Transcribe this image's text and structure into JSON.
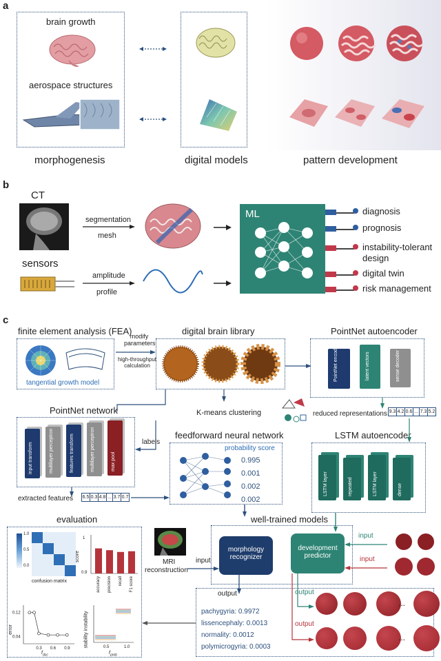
{
  "panels": [
    "a",
    "b",
    "c"
  ],
  "a": {
    "brain_growth": "brain growth",
    "aerospace": "aerospace structures",
    "morphogenesis": "morphogenesis",
    "digital_models": "digital models",
    "pattern_development": "pattern development"
  },
  "b": {
    "ct": "CT",
    "sensors": "sensors",
    "seg1": "segmentation",
    "seg2": "mesh",
    "amp1": "amplitude",
    "amp2": "profile",
    "ml": "ML",
    "outputs": [
      "diagnosis",
      "prognosis",
      "instability-tolerant design",
      "digital twin",
      "risk management"
    ],
    "output_colors": [
      "#2f5f9e",
      "#2f5f9e",
      "#c0394a",
      "#c0394a",
      "#c0394a"
    ]
  },
  "c": {
    "fea_title": "finite element analysis (FEA)",
    "tgm": "tangential growth model",
    "modify": "modify parameters",
    "htc": "high-throughput calculation",
    "library_title": "digital brain library",
    "pointnet_ae_title": "PointNet autoencoder",
    "pn_enc": "PointNet encoder",
    "latent": "latent vectors",
    "sense": "sense decoder",
    "kmeans": "K-means clustering",
    "reduced": "reduced representations",
    "reduced_vals": [
      "9.3",
      "4.2",
      "0.6",
      "...",
      "7.3",
      "5.2"
    ],
    "pointnet_net_title": "PointNet network",
    "pn_blocks": [
      "input transform",
      "multilayer perceptron",
      "features transform",
      "multilayer perceptron",
      "max pool"
    ],
    "labels": "labels",
    "ffnn_title": "feedforward neural network",
    "prob_title": "probability score",
    "probs": [
      "0.995",
      "0.001",
      "0.002",
      "0.002"
    ],
    "lstm_title": "LSTM autoencoder",
    "lstm_blocks": [
      "LSTM layer",
      "repeated",
      "LSTM layer",
      "dense"
    ],
    "extracted": "extracted features",
    "extracted_vals": [
      "6.5",
      "0.3",
      "4.8",
      "...",
      "3.7",
      "0.7"
    ],
    "well_trained": "well-trained models",
    "evaluation": "evaluation",
    "confusion": "confusion matrix",
    "cm_scale": [
      "1.0",
      "0.5",
      "0.0"
    ],
    "score_label": "score",
    "score_ticks": [
      "1",
      "0.9"
    ],
    "score_cats": [
      "accuracy",
      "precision",
      "recall",
      "F1 score"
    ],
    "score_vals": [
      0.97,
      0.965,
      0.96,
      0.962
    ],
    "error_label": "error",
    "error_ticks": [
      "0.12",
      "0.04"
    ],
    "error_xticks": [
      "0.3",
      "0.6",
      "0.9"
    ],
    "error_x": [
      0.1,
      0.2,
      0.3,
      0.5,
      0.7,
      0.9
    ],
    "error_y": [
      0.12,
      0.12,
      0.05,
      0.045,
      0.045,
      0.045
    ],
    "error_xlabel": "f",
    "error_xsub": "dcc",
    "stab_label": "stability instability",
    "stab_xticks": [
      "0.5",
      "1.0"
    ],
    "stab_xlabel": "f",
    "stab_xsub": "prob",
    "mri": "MRI",
    "recon": "reconstruction",
    "input": "input",
    "morph": "morphology recognizer",
    "devpred": "development predictor",
    "output": "output",
    "results": [
      "pachygyria: 0.9972",
      "lissencephaly: 0.0013",
      "normality: 0.0012",
      "polymicrogyria: 0.0003"
    ],
    "ellipsis": "..."
  },
  "colors": {
    "box_border": "#2c4f7c",
    "teal": "#2e8474",
    "navy": "#1d3a66",
    "red": "#b5343b",
    "blue": "#3060a8"
  }
}
